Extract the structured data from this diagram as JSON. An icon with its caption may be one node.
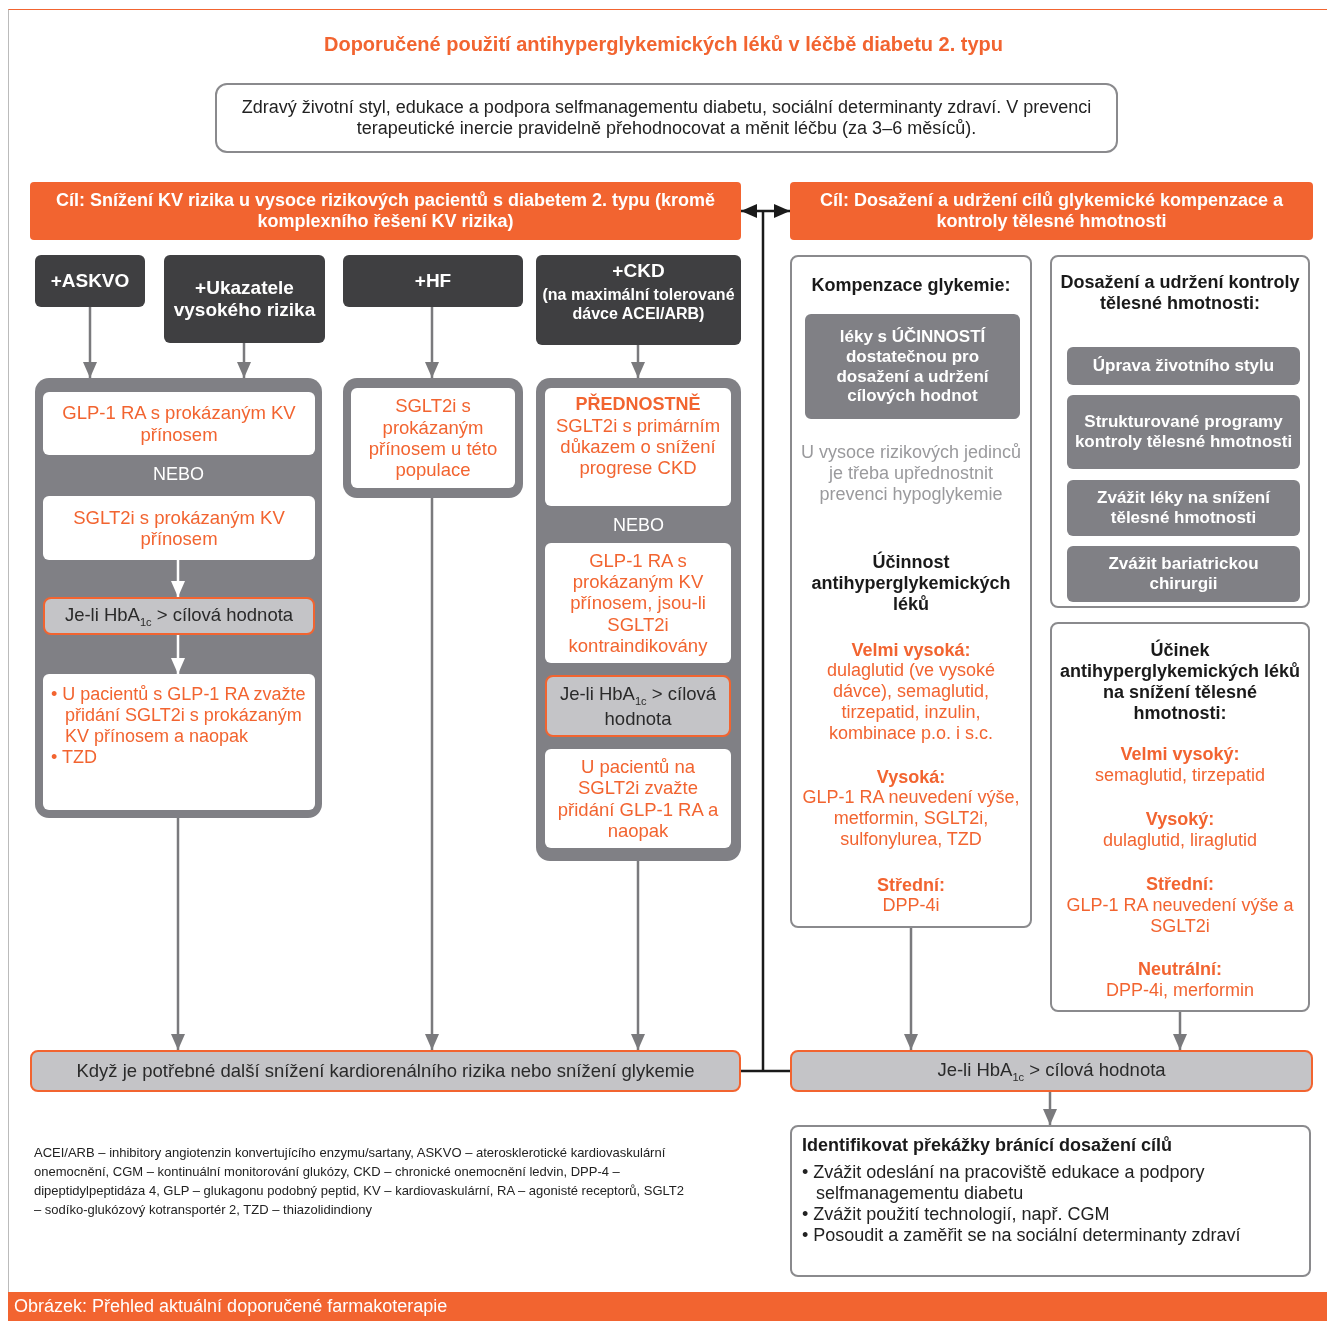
{
  "diagram": {
    "title": "Doporučené použití antihyperglykemických léků v léčbě diabetu 2. typu",
    "caption": "Obrázek: Přehled aktuální doporučené farmakoterapie",
    "nodes": [
      {
        "text": [
          "Zdravý životní styl, edukace a podpora selfmanagementu diabetu, sociální determinanty zdraví. V prevenci terapeutické inercie pravidelně přehodnocovat a měnit léčbu (za 3–6 měsíců)."
        ]
      },
      {
        "text": [
          "Cíl: Snížení KV rizika u vysoce rizikových pacientů s diabetem 2. typu (kromě komplexního řešení KV rizika)"
        ]
      },
      {
        "text": [
          "Cíl: Dosažení a udržení cílů glykemické kompenzace a kontroly tělesné hmotnosti"
        ]
      },
      {
        "text": [
          "+ASKVO"
        ]
      },
      {
        "text": [
          "+Ukazatele vysokého rizika"
        ]
      },
      {
        "text": [
          "+HF"
        ]
      },
      {
        "text": [
          "+CKD",
          "(na maximální tolerované dávce ACEI/ARB)"
        ]
      },
      {
        "text": [
          "NEBO"
        ]
      },
      {
        "text": [
          "GLP-1 RA s prokázaným KV přínosem"
        ],
        "in": 7
      },
      {
        "text": [
          "SGLT2i s prokázaným KV přínosem"
        ],
        "in": 7
      },
      {
        "text": [
          "Je-li HbA$_{1c}$ > cílová hodnota"
        ],
        "in": 7
      },
      {
        "text": [
          "• U pacientů s GLP-1 RA zvažte přidání SGLT2i s prokázaným KV přínosem a naopak",
          "• TZD"
        ],
        "in": 7
      },
      {
        "text": [],
        "shape": "box"
      },
      {
        "text": [
          "SGLT2i s prokázaným přínosem u této populace"
        ],
        "in": 12
      },
      {
        "text": [
          "NEBO"
        ]
      },
      {
        "text": [
          "PŘEDNOSTNĚ",
          "SGLT2i s primárním důkazem o snížení progrese CKD"
        ],
        "in": 14
      },
      {
        "text": [
          "GLP-1 RA s prokázaným KV přínosem, jsou-li SGLT2i kontraindikovány"
        ],
        "in": 14
      },
      {
        "text": [
          "Je-li HbA$_{1c}$ > cílová hodnota"
        ],
        "in": 14
      },
      {
        "text": [
          "U pacientů na SGLT2i zvažte přidání GLP-1 RA a naopak"
        ],
        "in": 14
      },
      {
        "text": [
          "Kompenzace glykemie:",
          "U vysoce rizikových jedinců je třeba upřednostnit prevenci hypoglykemie",
          "Účinnost antihyperglykemických léků",
          "Velmi vysoká:",
          "dulaglutid (ve vysoké dávce), semaglutid, tirzepatid, inzulin, kombinace p.o. i s.c.",
          "Vysoká:",
          "GLP-1 RA neuvedení výše, metformin, SGLT2i, sulfonylurea, TZD",
          "Střední:",
          "DPP-4i"
        ]
      },
      {
        "text": [
          "léky s ÚČINNOSTÍ dostatečnou pro dosažení a udržení cílových hodnot"
        ],
        "in": 19
      },
      {
        "text": [
          "Dosažení a udržení kontroly tělesné hmotnosti:"
        ]
      },
      {
        "text": [
          "Úprava životního stylu"
        ],
        "in": 21
      },
      {
        "text": [
          "Strukturované programy kontroly tělesné hmotnosti"
        ],
        "in": 21
      },
      {
        "text": [
          "Zvážit léky na snížení tělesné hmotnosti"
        ],
        "in": 21
      },
      {
        "text": [
          "Zvážit bariatrickou chirurgii"
        ],
        "in": 21
      },
      {
        "text": [
          "Účinek antihyperglykemických léků na snížení tělesné hmotnosti:",
          "Velmi vysoký:",
          "semaglutid, tirzepatid",
          "Vysoký:",
          "dulaglutid, liraglutid",
          "Střední:",
          "GLP-1 RA neuvedení výše a SGLT2i",
          "Neutrální:",
          "DPP-4i, merformin"
        ]
      },
      {
        "text": [
          "Když je potřebné další snížení kardiorenálního rizika nebo snížení glykemie"
        ]
      },
      {
        "text": [
          "Je-li HbA$_{1c}$ > cílová hodnota"
        ]
      },
      {
        "text": [
          "Identifikovat překážky bránící dosažení cílů",
          "• Zvážit odeslání na pracoviště edukace a podpory selfmanagementu diabetu",
          "• Zvážit použití technologií, např. CGM",
          "• Posoudit a zaměřit se na sociální determinanty zdraví"
        ]
      }
    ],
    "edges": [
      {
        "from": 3,
        "to": 7,
        "arrow": "to"
      },
      {
        "from": 4,
        "to": 7,
        "arrow": "to"
      },
      {
        "from": 5,
        "to": 12,
        "arrow": "to"
      },
      {
        "from": 6,
        "to": 14,
        "arrow": "to"
      },
      {
        "from": 9,
        "to": 10,
        "arrow": "to",
        "color": "#ffffff"
      },
      {
        "from": 10,
        "to": 11,
        "arrow": "to",
        "color": "#ffffff"
      },
      {
        "from": 7,
        "to": 27,
        "arrow": "to"
      },
      {
        "from": 12,
        "to": 27,
        "arrow": "to"
      },
      {
        "from": 14,
        "to": 27,
        "arrow": "to"
      },
      {
        "from": 19,
        "to": 28,
        "arrow": "to"
      },
      {
        "from": 26,
        "to": 28,
        "arrow": "to"
      },
      {
        "from": 28,
        "to": 29,
        "arrow": "to"
      },
      {
        "from": 1,
        "to": 2,
        "arrow": "both",
        "color": "#1a1a1a"
      },
      {
        "from": 27,
        "to": 28,
        "arrow": "none",
        "color": "#1a1a1a"
      }
    ],
    "labels": [
      "ACEI/ARB – inhibitory angiotenzin konvertujícího enzymu/sartany, ASKVO – aterosklerotické kardiovaskulární onemocnění, CGM – kontinuální monitorování glukózy, CKD – chronické onemocnění ledvin, DPP-4 – dipeptidylpeptidáza 4, GLP – glukagonu podobný peptid, KV – kardiovaskulární, RA – agonisté receptorů, SGLT2 – sodíko-glukózový kotransportér 2, TZD – thiazolidindiony"
    ]
  }
}
